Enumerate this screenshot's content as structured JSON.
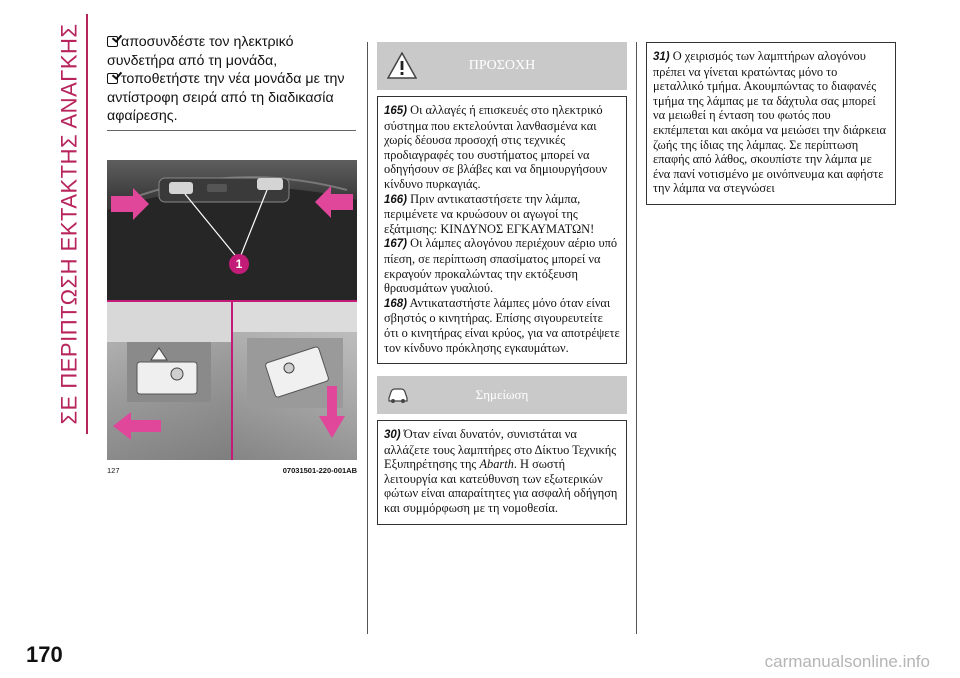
{
  "side_title": "ΣΕ ΠΕΡΙΠΤΩΣΗ ΕΚΤΑΚΤΗΣ ΑΝΑΓΚΗΣ",
  "steps": [
    "αποσυνδέστε τον ηλεκτρικό συνδετήρα από τη μονάδα,",
    "τοποθετήστε την νέα μονάδα με την αντίστροφη σειρά από τη διαδικασία αφαίρεσης."
  ],
  "figure": {
    "number": "127",
    "code": "07031501-220-001AB",
    "callout": "1"
  },
  "warning": {
    "title": "ΠΡΟΣΟΧΗ",
    "items": [
      {
        "num": "165)",
        "text": "Οι αλλαγές ή επισκευές στο ηλεκτρικό σύστημα που εκτελούνται λανθασμένα και χωρίς δέουσα προσοχή στις τεχνικές προδιαγραφές του συστήματος μπορεί να οδηγήσουν σε βλάβες και να δημιουργήσουν κίνδυνο πυρκαγιάς."
      },
      {
        "num": "166)",
        "text": "Πριν αντικαταστήσετε την λάμπα, περιμένετε να κρυώσουν οι αγωγοί της εξάτμισης: ΚΙΝΔΥΝΟΣ ΕΓΚΑΥΜΑΤΩΝ!"
      },
      {
        "num": "167)",
        "text": "Οι λάμπες αλογόνου περιέχουν αέριο υπό πίεση, σε περίπτωση σπασίματος μπορεί να εκραγούν προκαλώντας την εκτόξευση θραυσμάτων γυαλιού."
      },
      {
        "num": "168)",
        "text": "Αντικαταστήστε λάμπες μόνο όταν είναι σβηστός ο κινητήρας. Επίσης σιγουρευτείτε ότι ο κινητήρας είναι κρύος, για να αποτρέψετε τον κίνδυνο πρόκλησης εγκαυμάτων."
      }
    ]
  },
  "note": {
    "title": "Σημείωση",
    "num": "30)",
    "text_before": "Όταν είναι δυνατόν, συνιστάται να αλλάζετε τους λαμπτήρες στο Δίκτυο Τεχνικής Εξυπηρέτησης της ",
    "brand": "Abarth",
    "text_after": ". Η σωστή λειτουργία και κατεύθυνση των εξωτερικών φώτων είναι απαραίτητες για ασφαλή οδήγηση και συμμόρφωση με τη νομοθεσία."
  },
  "caution": {
    "num": "31)",
    "text": "Ο χειρισμός των λαμπτήρων αλογόνου πρέπει να γίνεται κρατώντας μόνο το μεταλλικό τμήμα. Ακουμπώντας το διαφανές τμήμα της λάμπας με τα δάχτυλα σας μπορεί να μειωθεί η ένταση του φωτός που εκπέμπεται και ακόμα να μειώσει την διάρκεια ζωής της ίδιας της λάμπας. Σε περίπτωση επαφής από λάθος, σκουπίστε την λάμπα με ένα πανί νοτισμένο με οινόπνευμα και αφήστε την λάμπα να στεγνώσει"
  },
  "page_number": "170",
  "watermark": "carmanualsonline.info",
  "colors": {
    "accent": "#b8255d",
    "header_gray": "#c9c9c9",
    "arrow": "#e0479b"
  }
}
